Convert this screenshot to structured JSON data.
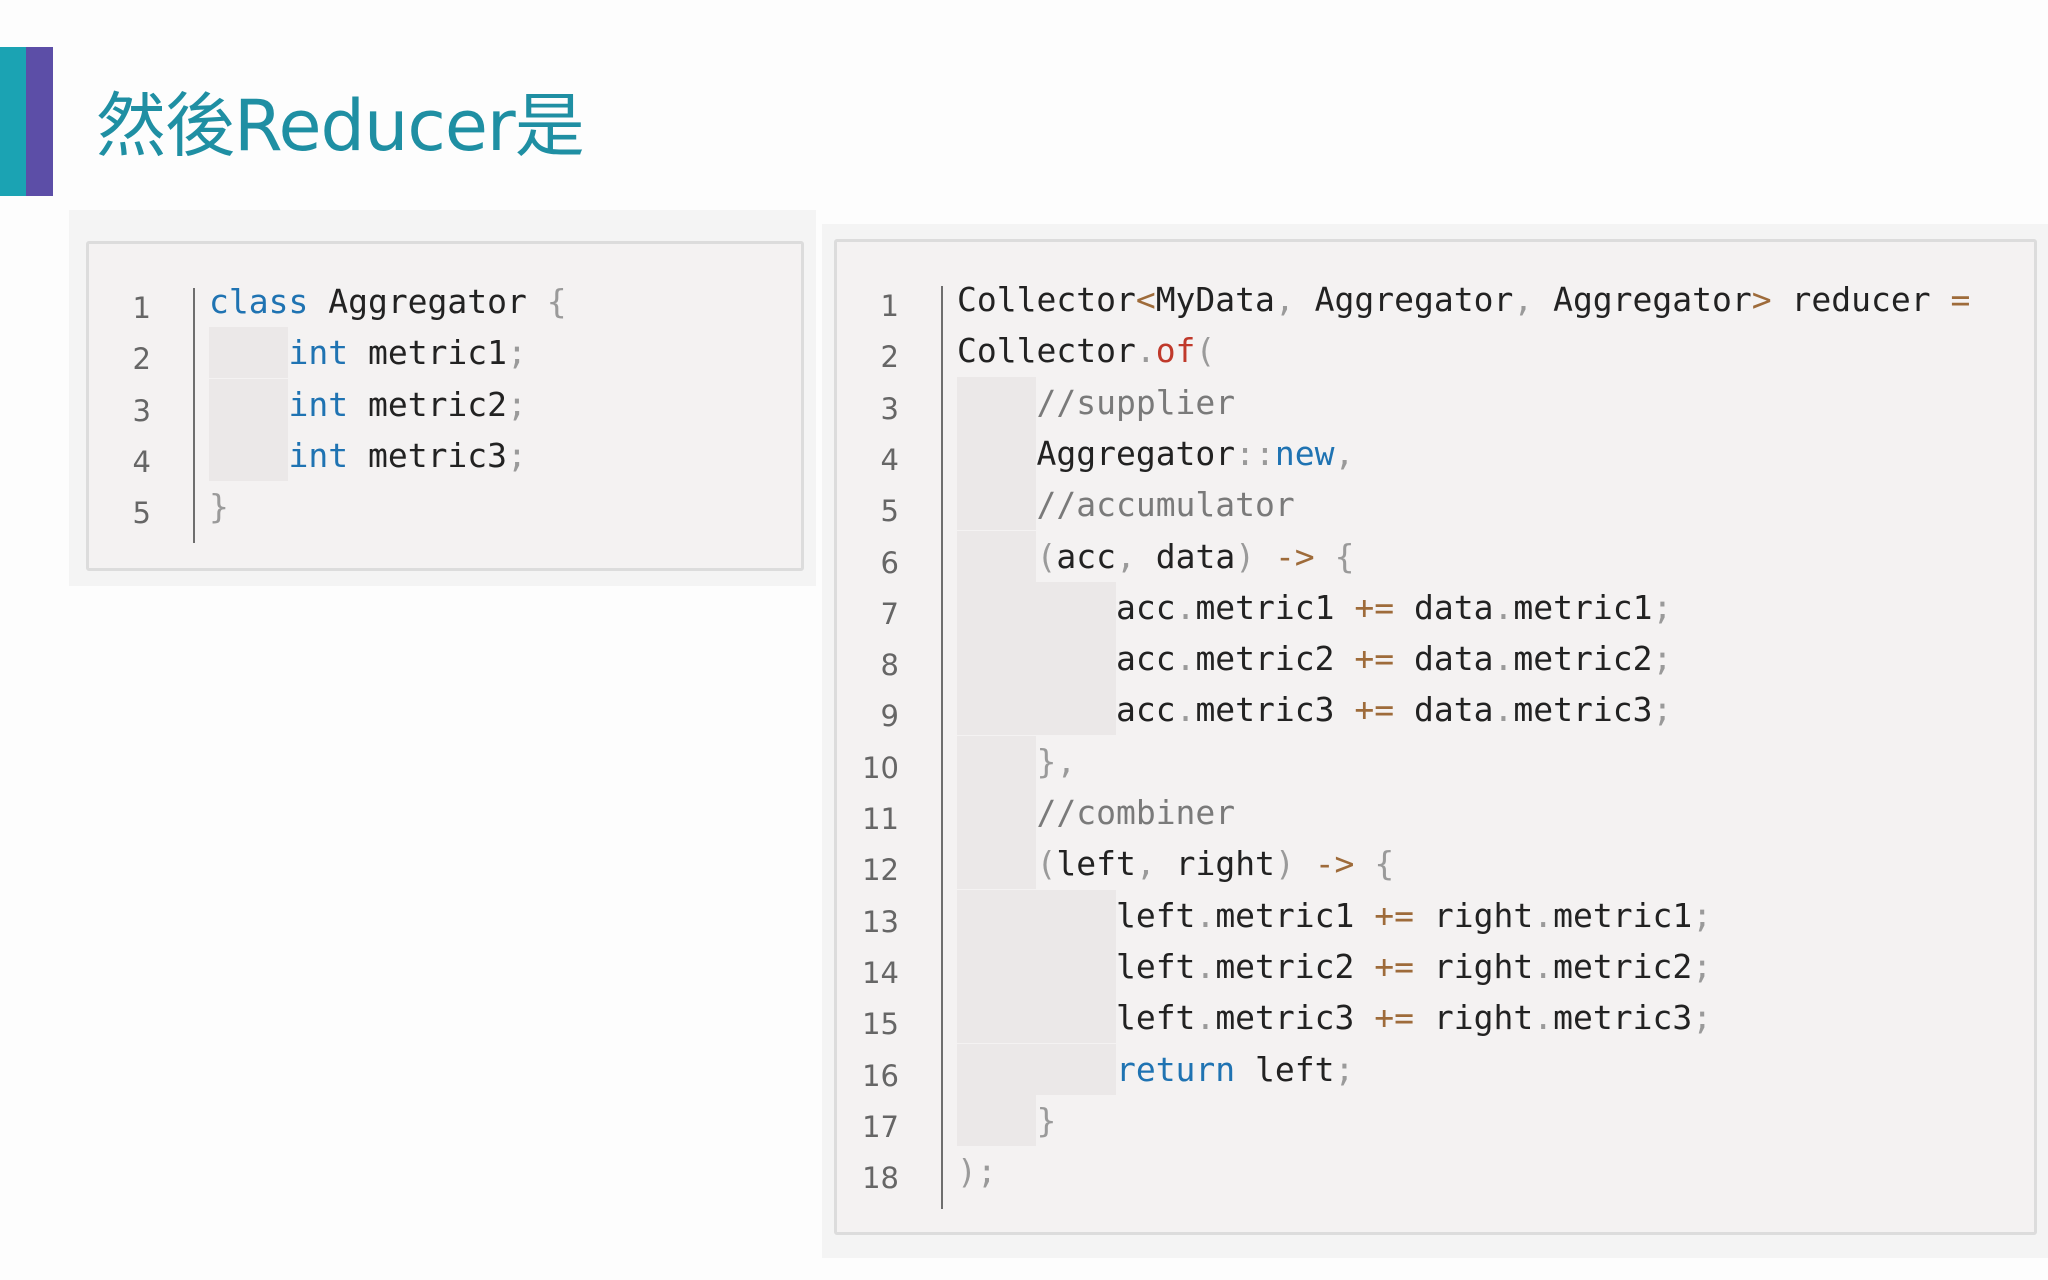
{
  "slide": {
    "title": "然後Reducer是"
  },
  "panels": {
    "aggregator": {
      "lines": [
        [
          {
            "t": "class",
            "k": "kw"
          },
          {
            "t": " Aggregator "
          },
          {
            "t": "{",
            "k": "p"
          }
        ],
        [
          {
            "t": "    ",
            "k": "ind"
          },
          {
            "t": "int",
            "k": "kw"
          },
          {
            "t": " metric1"
          },
          {
            "t": ";",
            "k": "p"
          }
        ],
        [
          {
            "t": "    ",
            "k": "ind"
          },
          {
            "t": "int",
            "k": "kw"
          },
          {
            "t": " metric2"
          },
          {
            "t": ";",
            "k": "p"
          }
        ],
        [
          {
            "t": "    ",
            "k": "ind"
          },
          {
            "t": "int",
            "k": "kw"
          },
          {
            "t": " metric3"
          },
          {
            "t": ";",
            "k": "p"
          }
        ],
        [
          {
            "t": "}",
            "k": "p"
          }
        ]
      ]
    },
    "reducer": {
      "lines": [
        [
          {
            "t": "Collector"
          },
          {
            "t": "<",
            "k": "op"
          },
          {
            "t": "MyData"
          },
          {
            "t": ",",
            "k": "p"
          },
          {
            "t": " Aggregator"
          },
          {
            "t": ",",
            "k": "p"
          },
          {
            "t": " Aggregator"
          },
          {
            "t": ">",
            "k": "op"
          },
          {
            "t": " reducer "
          },
          {
            "t": "=",
            "k": "op"
          }
        ],
        [
          {
            "t": "Collector"
          },
          {
            "t": ".",
            "k": "p"
          },
          {
            "t": "of",
            "k": "fn"
          },
          {
            "t": "(",
            "k": "p"
          }
        ],
        [
          {
            "t": "    ",
            "k": "ind"
          },
          {
            "t": "//supplier",
            "k": "cm"
          }
        ],
        [
          {
            "t": "    ",
            "k": "ind"
          },
          {
            "t": "Aggregator"
          },
          {
            "t": "::",
            "k": "p"
          },
          {
            "t": "new",
            "k": "kw"
          },
          {
            "t": ",",
            "k": "p"
          }
        ],
        [
          {
            "t": "    ",
            "k": "ind"
          },
          {
            "t": "//accumulator",
            "k": "cm"
          }
        ],
        [
          {
            "t": "    ",
            "k": "ind"
          },
          {
            "t": "(",
            "k": "p"
          },
          {
            "t": "acc"
          },
          {
            "t": ",",
            "k": "p"
          },
          {
            "t": " data"
          },
          {
            "t": ")",
            "k": "p"
          },
          {
            "t": " "
          },
          {
            "t": "->",
            "k": "op"
          },
          {
            "t": " "
          },
          {
            "t": "{",
            "k": "p"
          }
        ],
        [
          {
            "t": "        ",
            "k": "ind"
          },
          {
            "t": "acc"
          },
          {
            "t": ".",
            "k": "p"
          },
          {
            "t": "metric1 "
          },
          {
            "t": "+=",
            "k": "op"
          },
          {
            "t": " data"
          },
          {
            "t": ".",
            "k": "p"
          },
          {
            "t": "metric1"
          },
          {
            "t": ";",
            "k": "p"
          }
        ],
        [
          {
            "t": "        ",
            "k": "ind"
          },
          {
            "t": "acc"
          },
          {
            "t": ".",
            "k": "p"
          },
          {
            "t": "metric2 "
          },
          {
            "t": "+=",
            "k": "op"
          },
          {
            "t": " data"
          },
          {
            "t": ".",
            "k": "p"
          },
          {
            "t": "metric2"
          },
          {
            "t": ";",
            "k": "p"
          }
        ],
        [
          {
            "t": "        ",
            "k": "ind"
          },
          {
            "t": "acc"
          },
          {
            "t": ".",
            "k": "p"
          },
          {
            "t": "metric3 "
          },
          {
            "t": "+=",
            "k": "op"
          },
          {
            "t": " data"
          },
          {
            "t": ".",
            "k": "p"
          },
          {
            "t": "metric3"
          },
          {
            "t": ";",
            "k": "p"
          }
        ],
        [
          {
            "t": "    ",
            "k": "ind"
          },
          {
            "t": "},",
            "k": "p"
          }
        ],
        [
          {
            "t": "    ",
            "k": "ind"
          },
          {
            "t": "//combiner",
            "k": "cm"
          }
        ],
        [
          {
            "t": "    ",
            "k": "ind"
          },
          {
            "t": "(",
            "k": "p"
          },
          {
            "t": "left"
          },
          {
            "t": ",",
            "k": "p"
          },
          {
            "t": " right"
          },
          {
            "t": ")",
            "k": "p"
          },
          {
            "t": " "
          },
          {
            "t": "->",
            "k": "op"
          },
          {
            "t": " "
          },
          {
            "t": "{",
            "k": "p"
          }
        ],
        [
          {
            "t": "        ",
            "k": "ind"
          },
          {
            "t": "left"
          },
          {
            "t": ".",
            "k": "p"
          },
          {
            "t": "metric1 "
          },
          {
            "t": "+=",
            "k": "op"
          },
          {
            "t": " right"
          },
          {
            "t": ".",
            "k": "p"
          },
          {
            "t": "metric1"
          },
          {
            "t": ";",
            "k": "p"
          }
        ],
        [
          {
            "t": "        ",
            "k": "ind"
          },
          {
            "t": "left"
          },
          {
            "t": ".",
            "k": "p"
          },
          {
            "t": "metric2 "
          },
          {
            "t": "+=",
            "k": "op"
          },
          {
            "t": " right"
          },
          {
            "t": ".",
            "k": "p"
          },
          {
            "t": "metric2"
          },
          {
            "t": ";",
            "k": "p"
          }
        ],
        [
          {
            "t": "        ",
            "k": "ind"
          },
          {
            "t": "left"
          },
          {
            "t": ".",
            "k": "p"
          },
          {
            "t": "metric3 "
          },
          {
            "t": "+=",
            "k": "op"
          },
          {
            "t": " right"
          },
          {
            "t": ".",
            "k": "p"
          },
          {
            "t": "metric3"
          },
          {
            "t": ";",
            "k": "p"
          }
        ],
        [
          {
            "t": "        ",
            "k": "ind"
          },
          {
            "t": "return",
            "k": "kw"
          },
          {
            "t": " left"
          },
          {
            "t": ";",
            "k": "p"
          }
        ],
        [
          {
            "t": "    ",
            "k": "ind"
          },
          {
            "t": "}",
            "k": "p"
          }
        ],
        [
          {
            "t": ");",
            "k": "p"
          }
        ]
      ]
    }
  }
}
